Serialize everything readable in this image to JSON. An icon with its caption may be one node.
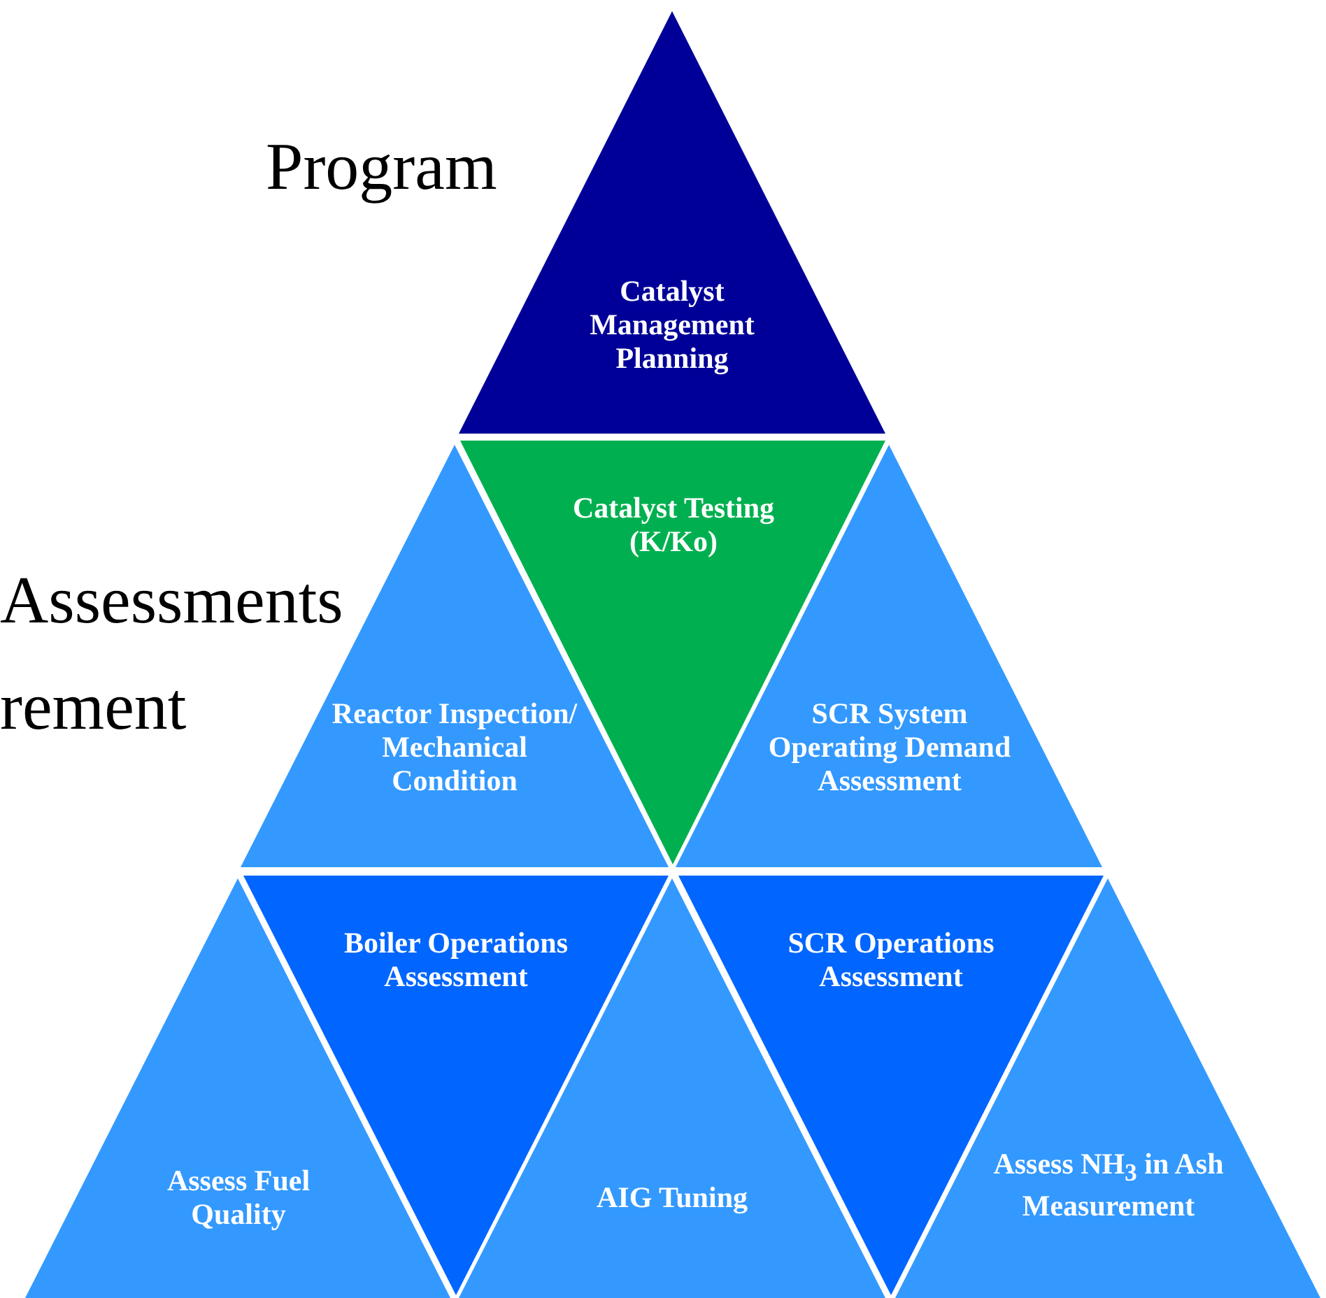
{
  "diagram": {
    "nodes": [
      {
        "text": [
          "Catalyst Management Planning"
        ]
      },
      {
        "text": [
          "Reactor Inspection/ Mechanical Condition"
        ]
      },
      {
        "text": [
          "Catalyst Testing (K/Ko)"
        ]
      },
      {
        "text": [
          "SCR System Operating Demand Assessment"
        ]
      },
      {
        "text": [
          "Assess Fuel Quality"
        ]
      },
      {
        "text": [
          "Boiler Operations Assessment"
        ]
      },
      {
        "text": [
          "AIG Tuning"
        ]
      },
      {
        "text": [
          "SCR Operations Assessment"
        ]
      },
      {
        "text": [
          "Assess NH$_{3}$ in Ash Measurement"
        ]
      }
    ],
    "labels": [
      "Program",
      "Assessments",
      "rement"
    ]
  }
}
